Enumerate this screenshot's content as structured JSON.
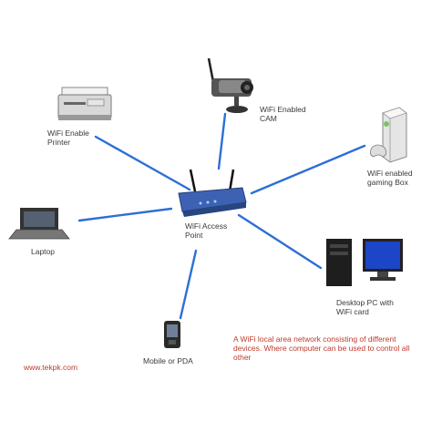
{
  "colors": {
    "link": "#2b6fd6",
    "caption": "#c0392b",
    "label": "#3a3a3a"
  },
  "nodes": {
    "access_point": {
      "label": "WiFi Access\nPoint",
      "icon": "router-icon"
    },
    "camera": {
      "label": "WiFi Enabled\nCAM",
      "icon": "camera-icon"
    },
    "printer": {
      "label": "WiFi Enable\nPrinter",
      "icon": "printer-icon"
    },
    "gaming_box": {
      "label": "WiFi enabled\ngaming Box",
      "icon": "game-console-icon"
    },
    "laptop": {
      "label": "Laptop",
      "icon": "laptop-icon"
    },
    "desktop": {
      "label": "Desktop PC with\nWiFi card",
      "icon": "desktop-pc-icon"
    },
    "mobile": {
      "label": "Mobile or PDA",
      "icon": "mobile-phone-icon"
    }
  },
  "caption": "A WiFi local area network consisting of different devices. Where computer can be used to control all other",
  "watermark": "www.tekpk.com"
}
